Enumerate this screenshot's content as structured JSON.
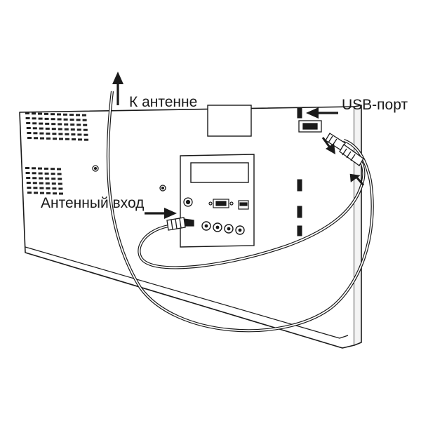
{
  "labels": {
    "to_antenna": "К антенне",
    "antenna_input": "Антенный вход",
    "usb_port": "USB-порт"
  },
  "colors": {
    "stroke": "#1a1a1a",
    "fill": "#ffffff",
    "vent": "#222222"
  },
  "icons": {
    "up_arrow": "arrow-up-icon",
    "left_arrow": "arrow-left-icon",
    "down_right_arrow": "arrow-down-right-icon",
    "up_left_arrow": "arrow-up-left-icon"
  }
}
